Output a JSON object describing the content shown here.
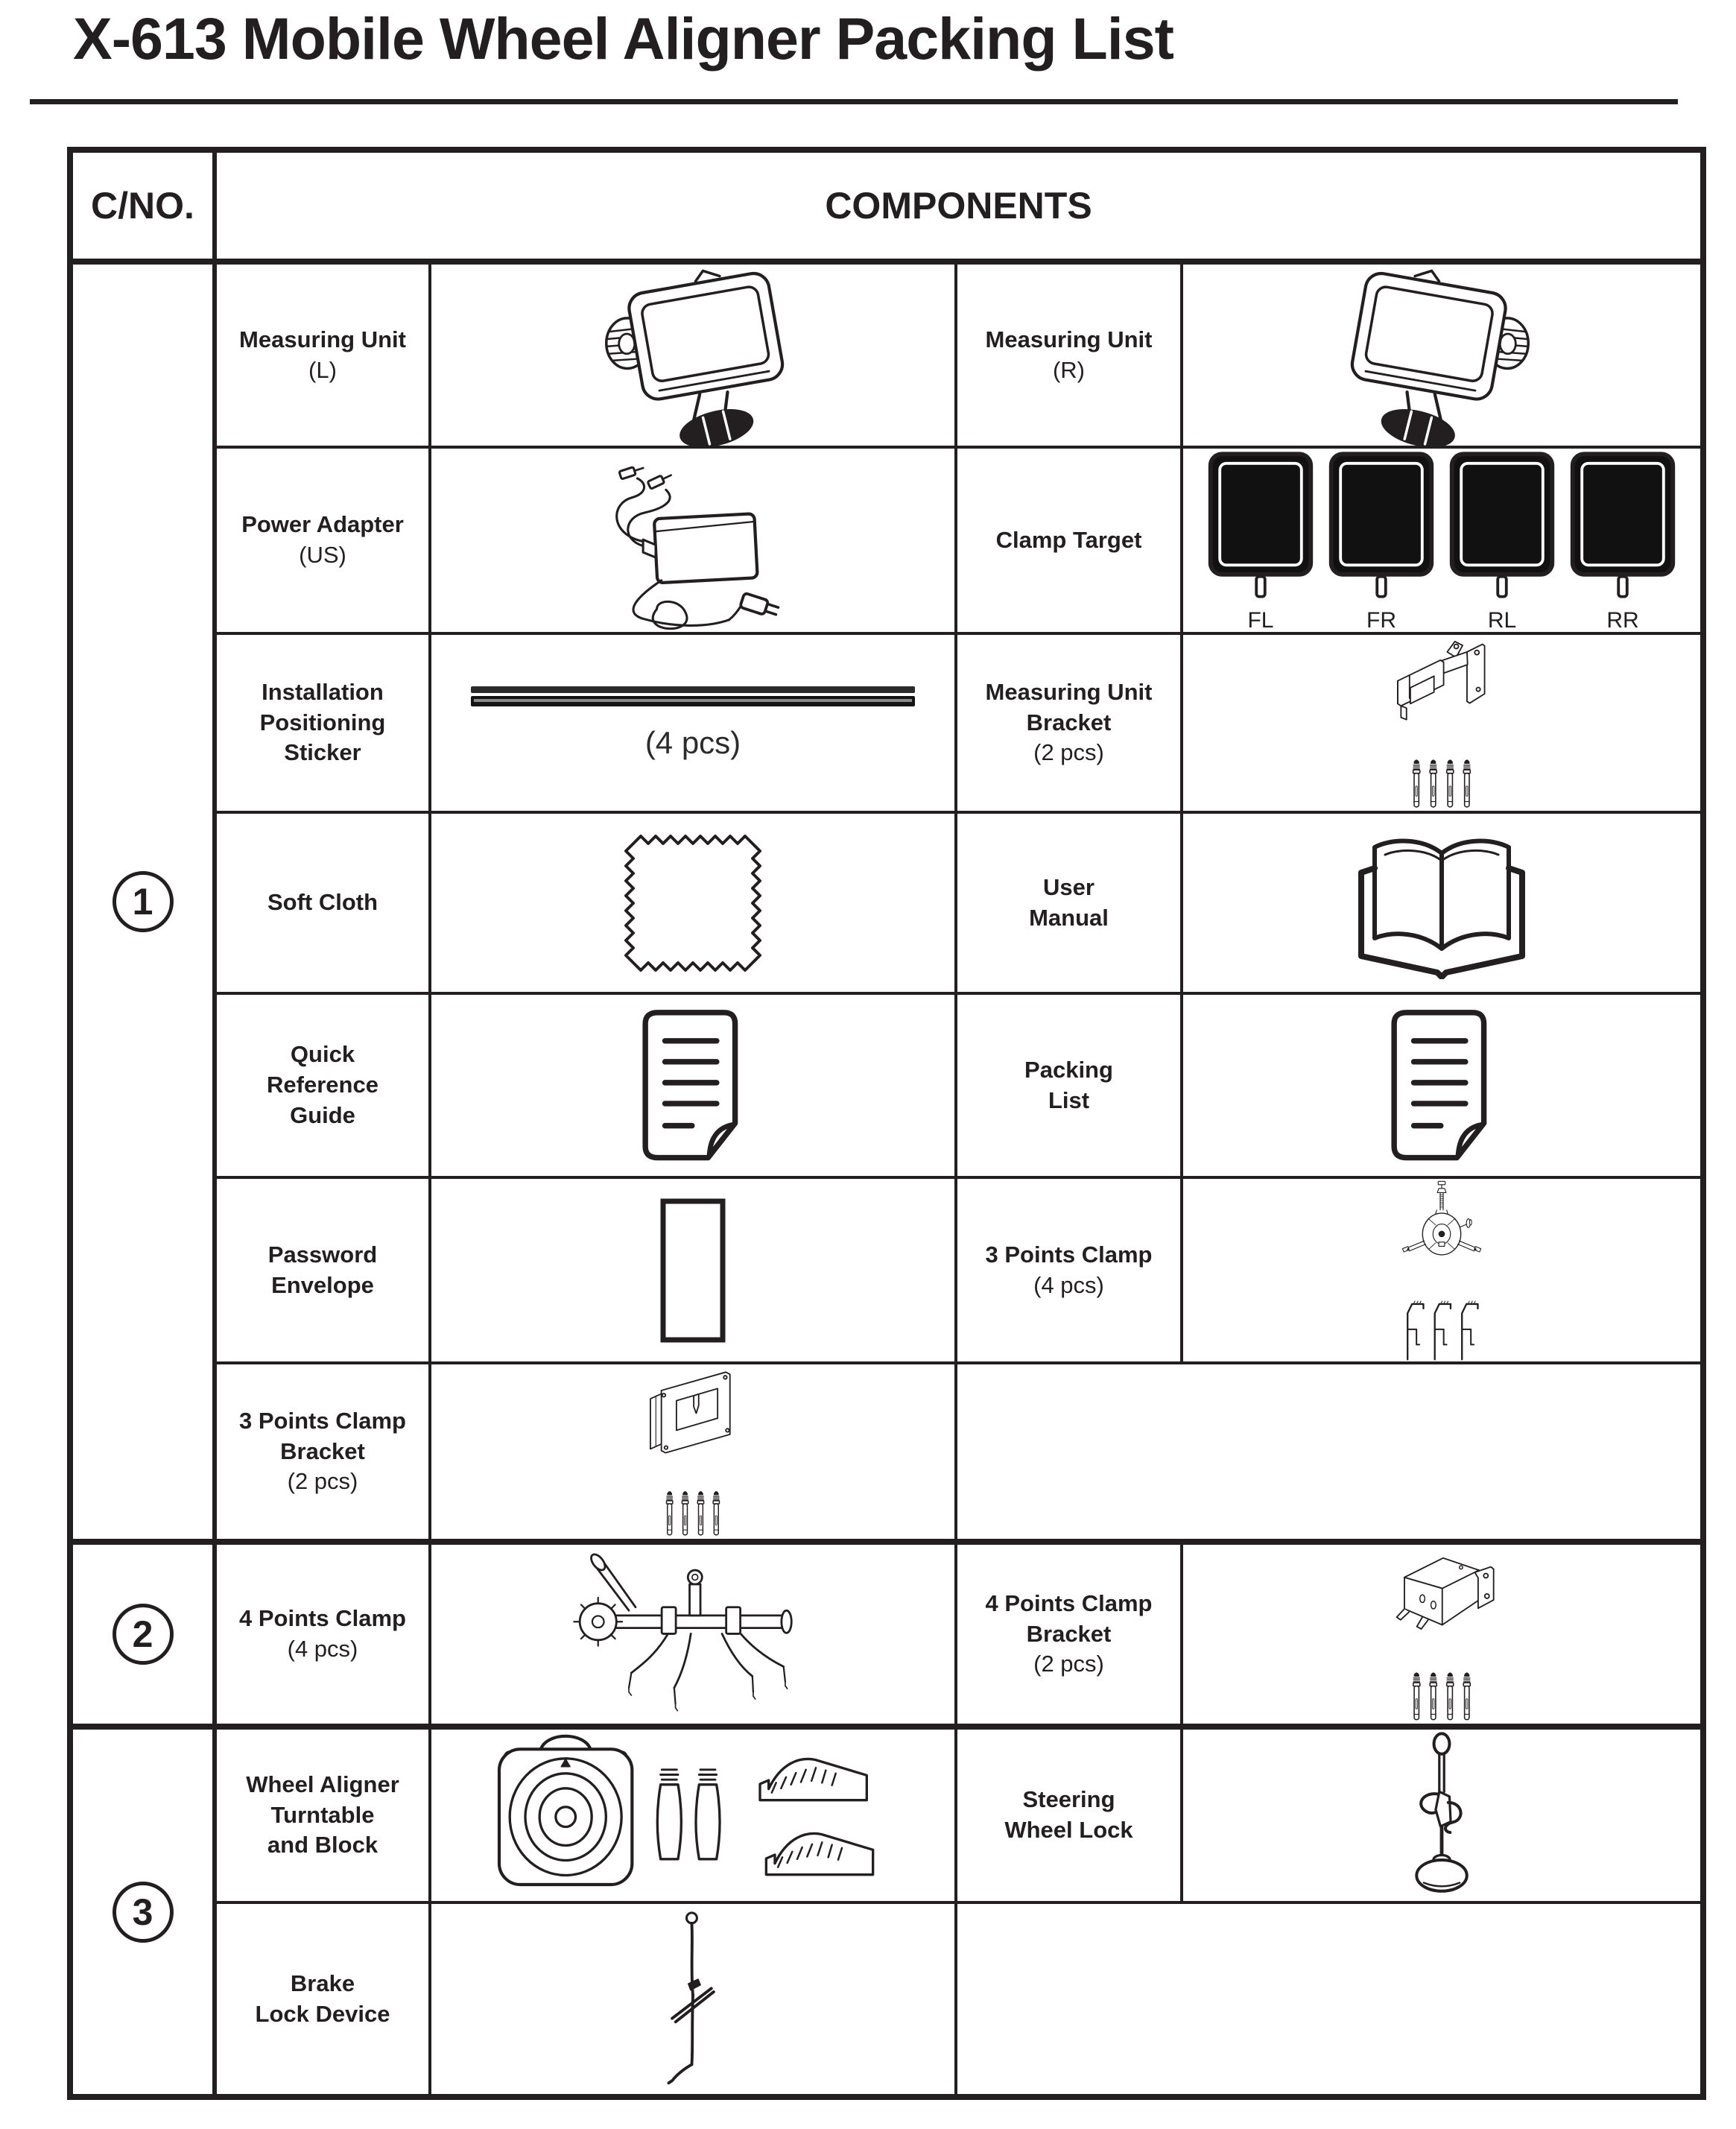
{
  "title": "X-613 Mobile Wheel Aligner Packing List",
  "table": {
    "cno_header": "C/NO.",
    "components_header": "COMPONENTS",
    "section_numbers": [
      "1",
      "2",
      "3"
    ]
  },
  "items": {
    "measuring_unit_l": {
      "name": "Measuring Unit",
      "variant": "(L)"
    },
    "measuring_unit_r": {
      "name": "Measuring Unit",
      "variant": "(R)"
    },
    "power_adapter": {
      "name": "Power Adapter",
      "variant": "(US)"
    },
    "clamp_target": {
      "name": "Clamp Target",
      "positions": [
        "FL",
        "FR",
        "RL",
        "RR"
      ]
    },
    "installation_positioning_sticker": {
      "line1": "Installation",
      "line2": "Positioning",
      "line3": "Sticker",
      "qty": "(4 pcs)"
    },
    "measuring_unit_bracket": {
      "line1": "Measuring Unit",
      "line2": "Bracket",
      "qty": "(2 pcs)"
    },
    "soft_cloth": {
      "name": "Soft Cloth"
    },
    "user_manual": {
      "line1": "User",
      "line2": "Manual"
    },
    "quick_reference_guide": {
      "line1": "Quick",
      "line2": "Reference",
      "line3": "Guide"
    },
    "packing_list": {
      "line1": "Packing",
      "line2": "List"
    },
    "password_envelope": {
      "line1": "Password",
      "line2": "Envelope"
    },
    "three_points_clamp": {
      "name": "3 Points Clamp",
      "qty": "(4 pcs)"
    },
    "three_points_clamp_bracket": {
      "line1": "3 Points Clamp",
      "line2": "Bracket",
      "qty": "(2 pcs)"
    },
    "four_points_clamp": {
      "name": "4 Points Clamp",
      "qty": "(4 pcs)"
    },
    "four_points_clamp_bracket": {
      "line1": "4 Points Clamp",
      "line2": "Bracket",
      "qty": "(2 pcs)"
    },
    "wheel_aligner_turntable": {
      "line1": "Wheel Aligner",
      "line2": "Turntable",
      "line3": "and Block"
    },
    "steering_wheel_lock": {
      "line1": "Steering",
      "line2": "Wheel Lock"
    },
    "brake_lock_device": {
      "line1": "Brake",
      "line2": "Lock Device"
    }
  },
  "colors": {
    "ink": "#231f20",
    "paper": "#ffffff"
  }
}
